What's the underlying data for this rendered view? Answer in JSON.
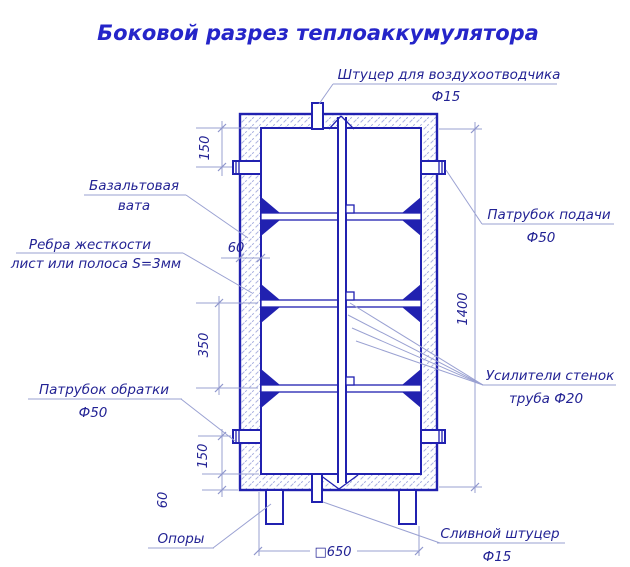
{
  "title": "Боковой разрез теплоаккумулятора",
  "colors": {
    "main_line": "#2121b0",
    "text": "#232394",
    "title": "#2525c9",
    "thin_line": "#9aa1d2",
    "hatch": "#aab1e0",
    "background": "#ffffff"
  },
  "labels": {
    "air_vent": {
      "line1": "Штуцер для воздухоотводчика",
      "line2": "Ф15"
    },
    "basalt_wool": {
      "line1": "Базальтовая",
      "line2": "вата"
    },
    "stiffeners": {
      "line1": "Ребра жесткости",
      "line2": "лист или полоса S=3мм"
    },
    "return_pipe": {
      "line1": "Патрубок обратки",
      "line2": "Ф50"
    },
    "supports": {
      "line1": "Опоры"
    },
    "supply_pipe": {
      "line1": "Патрубок подачи",
      "line2": "Ф50"
    },
    "wall_reinforcers": {
      "line1": "Усилители стенок",
      "line2": "труба Ф20"
    },
    "drain_fitting": {
      "line1": "Сливной штуцер",
      "line2": "Ф15"
    }
  },
  "dimensions": {
    "top_offset": "150",
    "insulation_thickness": "60",
    "rib_spacing": "350",
    "bottom_offset": "150",
    "bottom_insulation": "60",
    "tank_height": "1400",
    "tank_width": "□650"
  }
}
